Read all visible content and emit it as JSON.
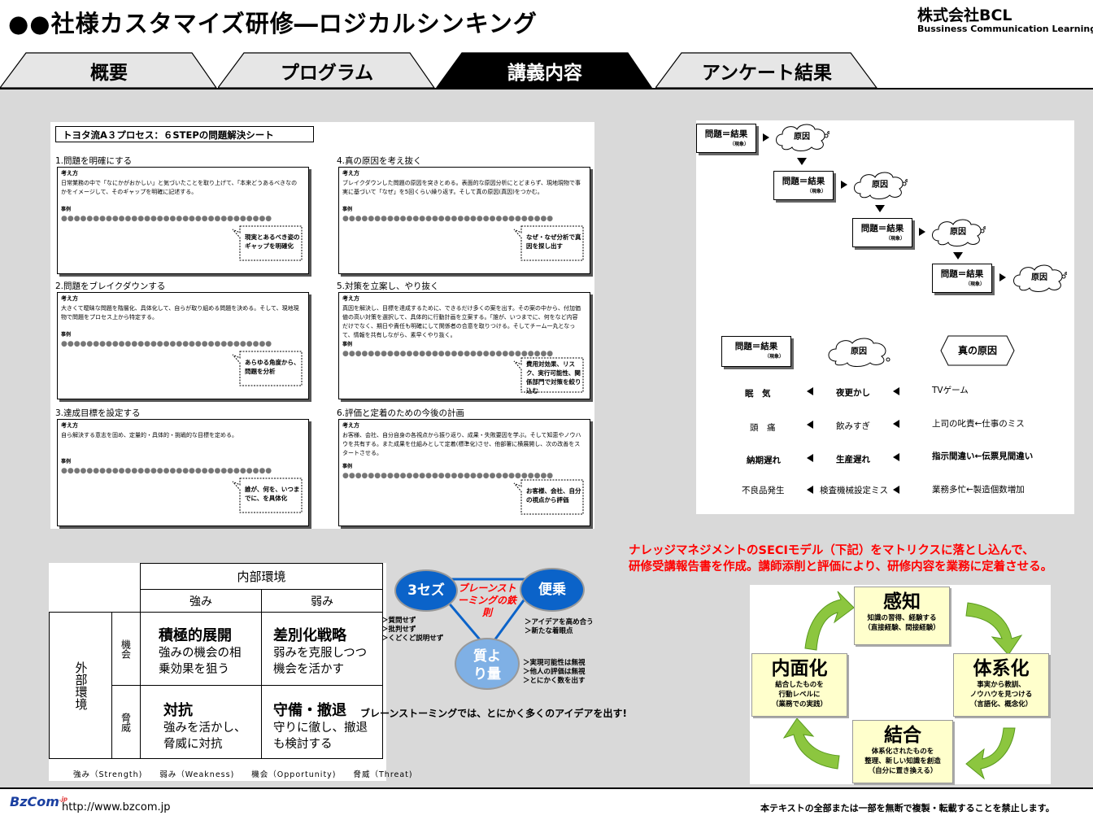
{
  "header": {
    "title": "●●社様カスタマイズ研修―ロジカルシンキング",
    "company_name": "株式会社BCL",
    "company_sub": "Bussiness Communication Learning"
  },
  "tabs": [
    {
      "label": "概要",
      "active": false
    },
    {
      "label": "プログラム",
      "active": false
    },
    {
      "label": "講義内容",
      "active": true
    },
    {
      "label": "アンケート結果",
      "active": false
    }
  ],
  "a3sheet": {
    "heading": "トヨタ流A３プロセス：６STEPの問題解決シート",
    "think_label": "考え方",
    "example_label": "事例",
    "dots": "●●●●●●●●●●●●●●●●●●●●●●●●●●●●●●●●●",
    "steps": [
      {
        "title": "1.問題を明確にする",
        "desc": "日常業務の中で「なにかがおかしい」と気づいたことを取り上げて、「本来どうあるべきなのかをイメージして、そのギャップを明確に記述する。",
        "callout": "現実とあるべき姿のギャップを明確化"
      },
      {
        "title": "2.問題をブレイクダウンする",
        "desc": "大きくて曖昧な問題を階層化、具体化して、自らが取り組める問題を決める。そして、現地現物で問題をプロセス上から特定する。",
        "callout": "あらゆる角度から、問題を分析"
      },
      {
        "title": "3.達成目標を設定する",
        "desc": "自ら解決する意志を固め、定量的・具体的・挑戦的な目標を定める。",
        "callout": "誰が、何を、いつまでに、を具体化"
      },
      {
        "title": "4.真の原因を考え抜く",
        "desc": "ブレイクダウンした問題の原因を突きとめる。表面的な原因分析にとどまらず、現地現物で事実に基づいて「なぜ」を5回くらい繰り返す。そして真の原因(真因)をつかむ。",
        "callout": "なぜ・なぜ分析で真因を探し出す"
      },
      {
        "title": "5.対策を立案し、やり抜く",
        "desc": "真因を解決し、目標を達成するために、できるだけ多くの案を出す。その案の中から、付加価値の高い対策を選択して、具体的に行動計画を立案する。「誰が、いつまでに、何をなど内容だけでなく、期日や責任も明確にして関係者の合意を取りつける。そしてチーム一丸となって、情報を共有しながら、素早くやり抜く。",
        "callout": "費用対効果、リスク、実行可能性、関係部門で対策を絞り込む"
      },
      {
        "title": "6.評価と定着のための今後の計画",
        "desc": "お客様、会社、自分自身の各視点から振り返り、成果・失敗要因を学ぶ。そして知恵やノウハウを共有する。また成果を仕組みとして定着(標準化)させ、他部署に横展開し、次の改善をスタートさせる。",
        "callout": "お客様、会社、自分の視点から評価"
      }
    ]
  },
  "chain": {
    "result_label": "問題＝結果",
    "result_sub": "（現象）",
    "cause_label": "原因",
    "true_cause_label": "真の原因",
    "rows": [
      [
        "眠　気",
        "夜更かし",
        "TVゲーム"
      ],
      [
        "頭　痛",
        "飲みすぎ",
        "上司の叱責←仕事のミス"
      ],
      [
        "納期遅れ",
        "生産遅れ",
        "指示間違い←伝票見間違い"
      ],
      [
        "不良品発生",
        "検査機械設定ミス",
        "業務多忙←製造個数増加"
      ]
    ]
  },
  "swot": {
    "internal": "内部環境",
    "strength": "強み",
    "weakness": "弱み",
    "external": "外部環境",
    "opportunity": "機会",
    "threat": "脅威",
    "cells": [
      {
        "title": "積極的展開",
        "text": "強みの機会の相乗効果を狙う"
      },
      {
        "title": "差別化戦略",
        "text": "弱みを克服しつつ機会を活かす"
      },
      {
        "title": "対抗",
        "text": "強みを活かし、脅威に対抗"
      },
      {
        "title": "守備・撤退",
        "text": "守りに徹し、撤退も検討する"
      }
    ],
    "legend": "強み（Strength)　　弱み（Weakness)　　機会（Opportunity)　　脅威（Threat)"
  },
  "brainstorm": {
    "c1": "3セズ",
    "c2": "便乗",
    "c3": "質より量",
    "center": "ブレーンストーミングの鉄則",
    "l1": [
      "＞質問せず",
      "＞批判せず",
      "＞くどくど説明せず"
    ],
    "l2": [
      "＞アイデアを高め合う",
      "＞新たな着眼点"
    ],
    "l3": [
      "＞実現可能性は無視",
      "＞他人の評価は無視",
      "＞とにかく数を出す"
    ],
    "caption": "ブレーンストーミングでは、とにかく多くのアイデアを出す!"
  },
  "note": {
    "line1": "ナレッジマネジメントのSECIモデル（下記）をマトリクスに落とし込んで、",
    "line2": "研修受講報告書を作成。講師添削と評価により、研修内容を業務に定着させる。"
  },
  "seci": {
    "top": {
      "title": "感知",
      "lines": [
        "知識の習得、経験する",
        "（直接経験、間接経験）"
      ]
    },
    "right": {
      "title": "体系化",
      "lines": [
        "事実から教訓、",
        "ノウハウを見つける",
        "（言語化、概念化）"
      ]
    },
    "bottom": {
      "title": "結合",
      "lines": [
        "体系化されたものを",
        "整理、新しい知識を創造",
        "（自分に置き換える）"
      ]
    },
    "left": {
      "title": "内面化",
      "lines": [
        "結合したものを",
        "行動レベルに",
        "（業務での実践）"
      ]
    }
  },
  "footer": {
    "logo": "BzCom",
    "logo_sup": ".jp",
    "url": "http://www.bzcom.jp",
    "copyright": "本テキストの全部または一部を無断で複製・転載することを禁止します。"
  },
  "colors": {
    "accent_blue": "#0b63c9",
    "note_red": "#ff0000",
    "seci_fill": "#ffffcc",
    "seci_arrow": "#8cc63f"
  }
}
